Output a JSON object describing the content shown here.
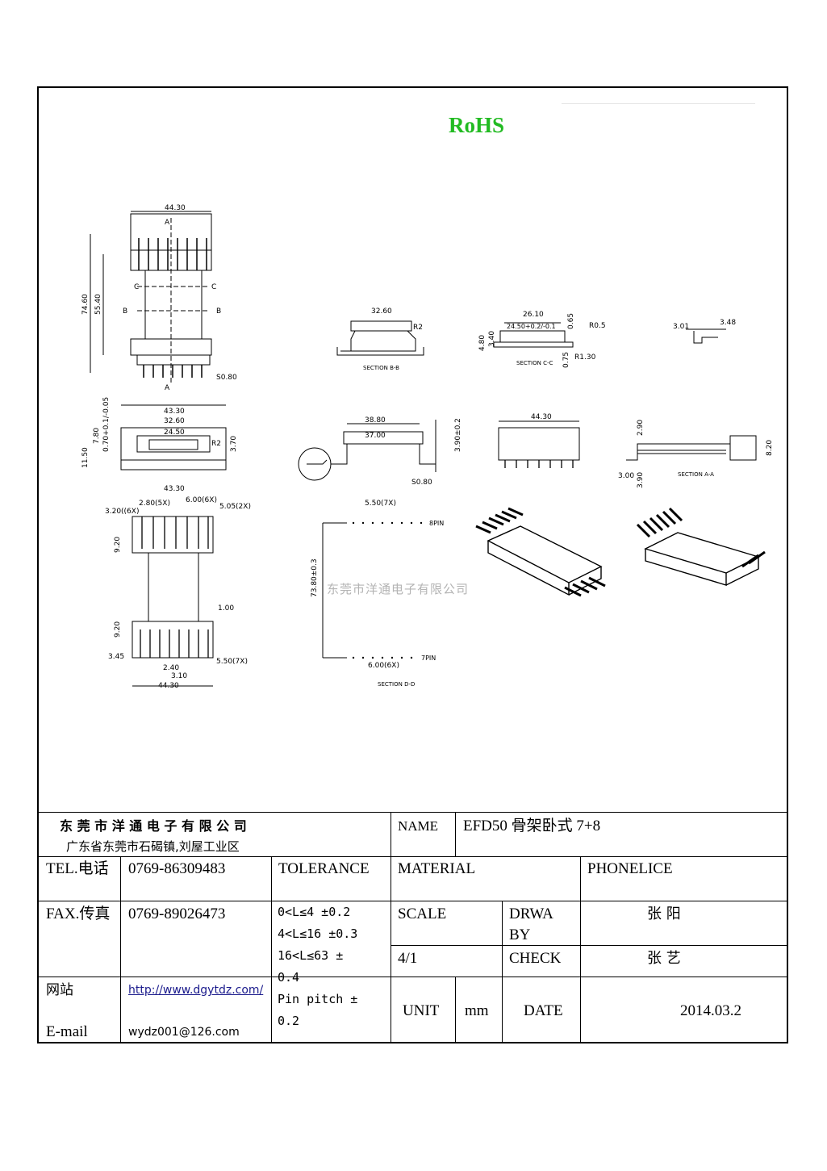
{
  "header": {
    "rohs": "RoHS"
  },
  "watermark": "东莞市洋通电子有限公司",
  "drawing": {
    "labels": {
      "w4430": "44.30",
      "pinA_top": "A",
      "pinA_bot": "A",
      "secC_l": "C",
      "secC_r": "C",
      "secB_l": "B",
      "secB_r": "B",
      "h7460": "74.60",
      "h5540": "55.40",
      "sq080a": "S0.80",
      "w4330": "43.30",
      "w3260": "32.60",
      "w2450": "24.50",
      "h780": "7.80",
      "h070": "0.70+0.1/-0.05",
      "h1150": "11.50",
      "r2": "R2",
      "h370": "3.70",
      "w4330b": "43.30",
      "w280": "2.80(5X)",
      "w600": "6.00(6X)",
      "w320": "3.20((6X)",
      "w505": "5.05(2X)",
      "h920a": "9.20",
      "h920b": "9.20",
      "w100": "1.00",
      "w345": "3.45",
      "w240": "2.40",
      "w310": "3.10",
      "w4430b": "44.30",
      "w550": "5.50(7X)",
      "bb_w": "32.60",
      "bb_r": "R2",
      "bb_title": "SECTION B-B",
      "cc_w": "26.10",
      "cc_tol": "24.50+0.2/-0.1",
      "cc_h480": "4.80",
      "cc_h340": "3.40",
      "cc_r05": "R0.5",
      "cc_r13": "R1.30",
      "cc_h065": "0.65",
      "cc_h075": "0.75",
      "cc_title": "SECTION C-C",
      "d301": "3.01",
      "d348": "3.48",
      "s3880": "38.80",
      "s3700": "37.00",
      "s390": "3.90±0.2",
      "s080": "S0.80",
      "f4430": "44.30",
      "aa_290": "2.90",
      "aa_820": "8.20",
      "aa_300": "3.00",
      "aa_390": "3.90",
      "aa_title": "SECTION A-A",
      "dd_550": "5.50(7X)",
      "dd_8pin": "8PIN",
      "dd_7380": "73.80±0.3",
      "dd_600": "6.00(6X)",
      "dd_7pin": "7PIN",
      "dd_title": "SECTION D-D"
    }
  },
  "title_block": {
    "company": "东 莞 市 洋 通 电 子 有 限 公 司",
    "address": "广东省东莞市石碣镇,刘屋工业区",
    "name_label": "NAME",
    "name_value": "EFD50 骨架卧式 7+8",
    "tel_label": "TEL.电话",
    "tel_value": "0769-86309483",
    "tolerance_label": "TOLERANCE",
    "material_label": "MATERIAL",
    "material_value": "PHONELICE",
    "fax_label": "FAX.传真",
    "fax_value": "0769-89026473",
    "tolerance_lines": [
      "0<L≤4  ±0.2",
      "4<L≤16 ±0.3",
      "16<L≤63 ±",
      "0.4",
      "Pin pitch ±",
      "0.2"
    ],
    "scale_label": "SCALE",
    "drawn_by_label": "DRWA BY",
    "drawn_by_value": "张 阳",
    "scale_value": "4/1",
    "check_label": "CHECK",
    "check_value": "张 艺",
    "website_label": "网站",
    "website_value": "http://www.dgytdz.com/",
    "email_label": "E-mail",
    "email_value": "wydz001@126.com",
    "unit_label": "UNIT",
    "unit_value": "mm",
    "date_label": "DATE",
    "date_value": "2014.03.2"
  }
}
